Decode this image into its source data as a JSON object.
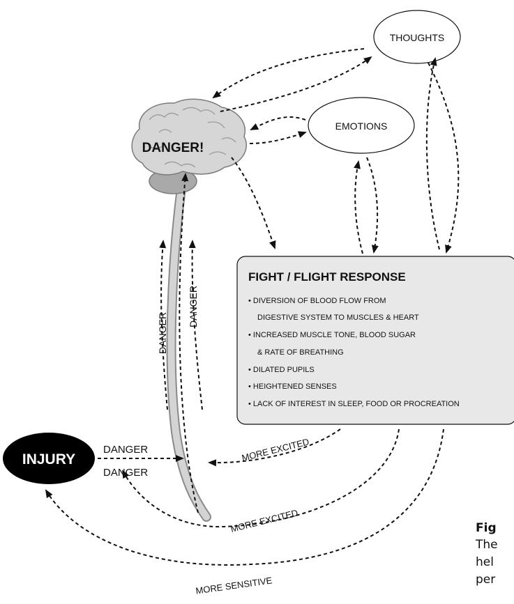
{
  "nodes": {
    "thoughts": "THOUGHTS",
    "emotions": "EMOTIONS",
    "brain": "DANGER!",
    "injury": "INJURY"
  },
  "response_box": {
    "title": "FIGHT / FLIGHT RESPONSE",
    "lines": [
      "• DIVERSION OF BLOOD FLOW FROM",
      "DIGESTIVE SYSTEM TO MUSCLES & HEART",
      "• INCREASED MUSCLE TONE, BLOOD SUGAR",
      "& RATE OF BREATHING",
      "• DILATED PUPILS",
      "• HEIGHTENED SENSES",
      "• LACK OF INTEREST IN SLEEP, FOOD OR PROCREATION"
    ]
  },
  "edge_labels": {
    "spinal_left": "DANGER",
    "spinal_right": "DANGER",
    "injury_top": "DANGER",
    "injury_bottom": "DANGER",
    "more_excited_1": "MORE EXCITED",
    "more_excited_2": "MORE EXCITED",
    "more_sensitive": "MORE SENSITIVE"
  },
  "caption": {
    "title": "Fig",
    "lines": [
      "The",
      "hel",
      "per"
    ]
  },
  "colors": {
    "brain_fill": "#d6d6d6",
    "brain_stroke": "#7a7a7a",
    "box_fill": "#e8e8e8",
    "injury_fill": "#000000"
  }
}
